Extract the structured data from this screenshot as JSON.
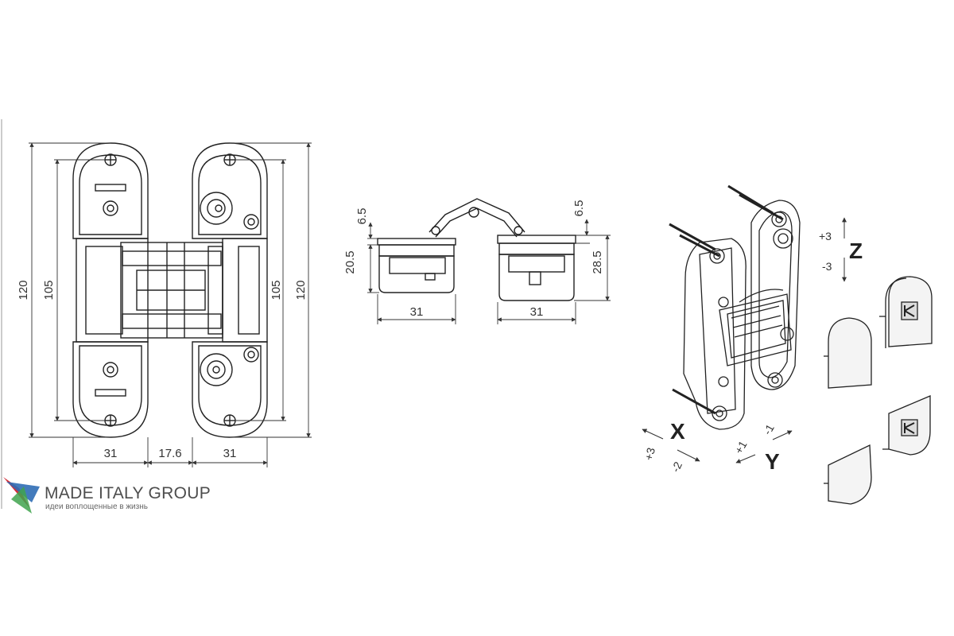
{
  "front_view": {
    "overall_height_left": "120",
    "inner_height_left": "105",
    "inner_height_right": "105",
    "overall_height_right": "120",
    "width_left": "31",
    "gap": "17.6",
    "width_right": "31"
  },
  "side_view": {
    "dim_6_5_left": "6.5",
    "dim_20_5": "20.5",
    "dim_6_5_right": "6.5",
    "dim_28_5": "28.5",
    "width_left": "31",
    "width_right": "31"
  },
  "adjustment": {
    "z_label": "Z",
    "z_plus": "+3",
    "z_minus": "-3",
    "x_label": "X",
    "x_plus": "+3",
    "x_minus": "-2",
    "y_label": "Y",
    "y_plus": "+1",
    "y_minus": "-1"
  },
  "brand": {
    "name": "MADE ITALY GROUP",
    "tagline": "идеи воплощенные в жизнь",
    "colors": {
      "red": "#d32f3a",
      "blue": "#2f6db5",
      "green": "#3fa34d",
      "text": "#4d4d4d"
    }
  }
}
